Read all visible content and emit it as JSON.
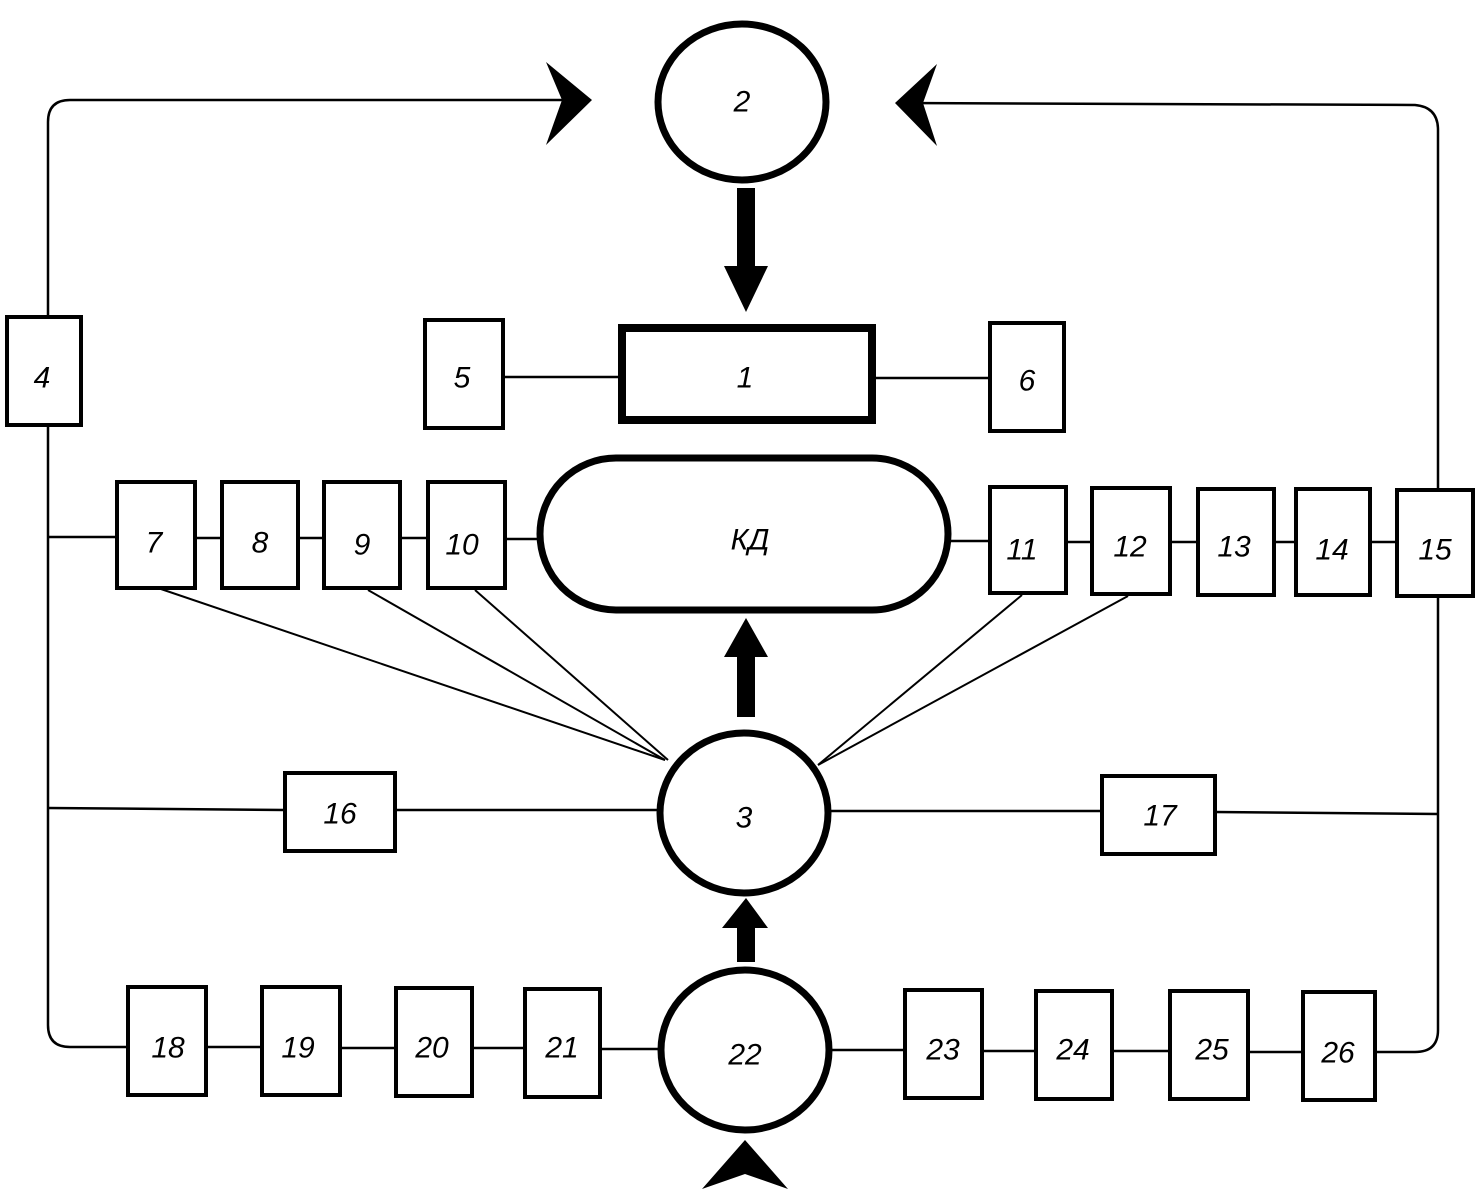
{
  "diagram": {
    "type": "block-diagram",
    "colors": {
      "stroke": "#000000",
      "background": "#ffffff"
    },
    "nodes": {
      "n1": {
        "label": "1",
        "shape": "rectangle-thick"
      },
      "n2": {
        "label": "2",
        "shape": "circle"
      },
      "n3": {
        "label": "3",
        "shape": "circle"
      },
      "kd": {
        "label": "КД",
        "shape": "stadium"
      },
      "n4": {
        "label": "4",
        "shape": "rectangle"
      },
      "n5": {
        "label": "5",
        "shape": "rectangle"
      },
      "n6": {
        "label": "6",
        "shape": "rectangle"
      },
      "n7": {
        "label": "7",
        "shape": "rectangle"
      },
      "n8": {
        "label": "8",
        "shape": "rectangle"
      },
      "n9": {
        "label": "9",
        "shape": "rectangle"
      },
      "n10": {
        "label": "10",
        "shape": "rectangle"
      },
      "n11": {
        "label": "11",
        "shape": "rectangle"
      },
      "n12": {
        "label": "12",
        "shape": "rectangle"
      },
      "n13": {
        "label": "13",
        "shape": "rectangle"
      },
      "n14": {
        "label": "14",
        "shape": "rectangle"
      },
      "n15": {
        "label": "15",
        "shape": "rectangle"
      },
      "n16": {
        "label": "16",
        "shape": "rectangle"
      },
      "n17": {
        "label": "17",
        "shape": "rectangle"
      },
      "n18": {
        "label": "18",
        "shape": "rectangle"
      },
      "n19": {
        "label": "19",
        "shape": "rectangle"
      },
      "n20": {
        "label": "20",
        "shape": "rectangle"
      },
      "n21": {
        "label": "21",
        "shape": "rectangle"
      },
      "n22": {
        "label": "22",
        "shape": "circle"
      },
      "n23": {
        "label": "23",
        "shape": "rectangle"
      },
      "n24": {
        "label": "24",
        "shape": "rectangle"
      },
      "n25": {
        "label": "25",
        "shape": "rectangle"
      },
      "n26": {
        "label": "26",
        "shape": "rectangle"
      }
    },
    "edges": [
      {
        "from": "n2",
        "to": "n1",
        "style": "thick-arrow"
      },
      {
        "from": "n3",
        "to": "kd",
        "style": "thick-arrow"
      },
      {
        "from": "n22",
        "to": "n3",
        "style": "thick-arrow"
      },
      {
        "from": "external",
        "to": "n22",
        "style": "arrowhead"
      },
      {
        "from": "n4",
        "to": "n2",
        "style": "line-arrowhead"
      },
      {
        "from": "n15",
        "to": "n2",
        "style": "line-arrowhead"
      },
      {
        "from": "n5",
        "to": "n1",
        "style": "line"
      },
      {
        "from": "n1",
        "to": "n6",
        "style": "line"
      },
      {
        "from": "n7",
        "to": "n8",
        "style": "line"
      },
      {
        "from": "n8",
        "to": "n9",
        "style": "line"
      },
      {
        "from": "n9",
        "to": "n10",
        "style": "line"
      },
      {
        "from": "n10",
        "to": "kd",
        "style": "line"
      },
      {
        "from": "kd",
        "to": "n11",
        "style": "line"
      },
      {
        "from": "n11",
        "to": "n12",
        "style": "line"
      },
      {
        "from": "n12",
        "to": "n13",
        "style": "line"
      },
      {
        "from": "n13",
        "to": "n14",
        "style": "line"
      },
      {
        "from": "n14",
        "to": "n15",
        "style": "line"
      },
      {
        "from": "n7",
        "to": "n3",
        "style": "line"
      },
      {
        "from": "n9",
        "to": "n3",
        "style": "line"
      },
      {
        "from": "n10",
        "to": "n3",
        "style": "line"
      },
      {
        "from": "n11",
        "to": "n3",
        "style": "line"
      },
      {
        "from": "n12",
        "to": "n3",
        "style": "line"
      },
      {
        "from": "n16",
        "to": "n3",
        "style": "line"
      },
      {
        "from": "n3",
        "to": "n17",
        "style": "line"
      },
      {
        "from": "n18",
        "to": "n19",
        "style": "line"
      },
      {
        "from": "n19",
        "to": "n20",
        "style": "line"
      },
      {
        "from": "n20",
        "to": "n21",
        "style": "line"
      },
      {
        "from": "n21",
        "to": "n22",
        "style": "line"
      },
      {
        "from": "n22",
        "to": "n23",
        "style": "line"
      },
      {
        "from": "n23",
        "to": "n24",
        "style": "line"
      },
      {
        "from": "n24",
        "to": "n25",
        "style": "line"
      },
      {
        "from": "n25",
        "to": "n26",
        "style": "line"
      }
    ]
  }
}
